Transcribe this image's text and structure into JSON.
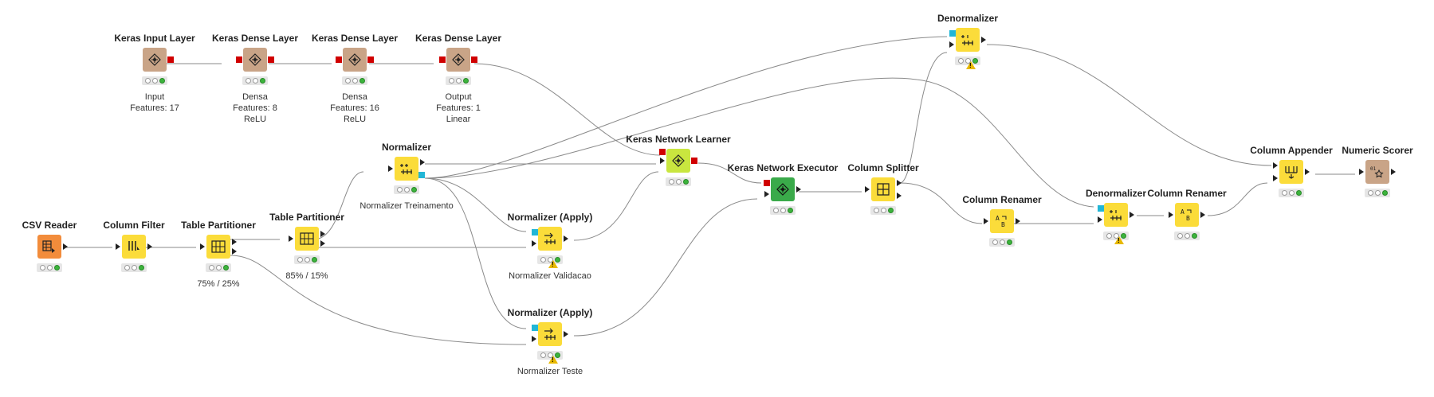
{
  "nodes": {
    "csv_reader": {
      "title": "CSV Reader",
      "caption": "",
      "icon": "csv-reader-icon"
    },
    "column_filter": {
      "title": "Column Filter",
      "caption": "",
      "icon": "column-filter-icon"
    },
    "table_partitioner_1": {
      "title": "Table Partitioner",
      "caption": "75% / 25%",
      "icon": "table-partitioner-icon"
    },
    "table_partitioner_2": {
      "title": "Table Partitioner",
      "caption": "85% / 15%",
      "icon": "table-partitioner-icon"
    },
    "normalizer": {
      "title": "Normalizer",
      "caption": "Normalizer Treinamento",
      "icon": "normalizer-icon"
    },
    "normalizer_apply_val": {
      "title": "Normalizer (Apply)",
      "caption": "Normalizer Validacao",
      "icon": "normalizer-apply-icon"
    },
    "normalizer_apply_test": {
      "title": "Normalizer (Apply)",
      "caption": "Normalizer Teste",
      "icon": "normalizer-apply-icon"
    },
    "keras_input": {
      "title": "Keras Input Layer",
      "caption": "Input\nFeatures: 17",
      "icon": "keras-layer-icon"
    },
    "keras_dense_1": {
      "title": "Keras Dense Layer",
      "caption": "Densa\nFeatures: 8\nReLU",
      "icon": "keras-layer-icon"
    },
    "keras_dense_2": {
      "title": "Keras Dense Layer",
      "caption": "Densa\nFeatures: 16\nReLU",
      "icon": "keras-layer-icon"
    },
    "keras_dense_3": {
      "title": "Keras Dense Layer",
      "caption": "Output\nFeatures: 1\nLinear",
      "icon": "keras-layer-icon"
    },
    "keras_learner": {
      "title": "Keras Network Learner",
      "caption": "",
      "icon": "keras-learner-icon"
    },
    "keras_executor": {
      "title": "Keras Network Executor",
      "caption": "",
      "icon": "keras-executor-icon"
    },
    "denormalizer_top": {
      "title": "Denormalizer",
      "caption": "",
      "icon": "denormalizer-icon"
    },
    "column_splitter": {
      "title": "Column Splitter",
      "caption": "",
      "icon": "column-splitter-icon"
    },
    "column_renamer_1": {
      "title": "Column Renamer",
      "caption": "",
      "icon": "column-renamer-icon"
    },
    "denormalizer_2": {
      "title": "Denormalizer",
      "caption": "",
      "icon": "denormalizer-icon"
    },
    "column_renamer_2": {
      "title": "Column Renamer",
      "caption": "",
      "icon": "column-renamer-icon"
    },
    "column_appender": {
      "title": "Column Appender",
      "caption": "",
      "icon": "column-appender-icon"
    },
    "numeric_scorer": {
      "title": "Numeric Scorer",
      "caption": "",
      "icon": "numeric-scorer-icon"
    }
  },
  "colors": {
    "manipulator": "#fbdc3a",
    "source": "#f28c3b",
    "keras_layer": "#c9a487",
    "learner": "#c9e63f",
    "predictor": "#3aaa4a",
    "scorer": "#c9a487",
    "edge": "#8a8a8a"
  }
}
